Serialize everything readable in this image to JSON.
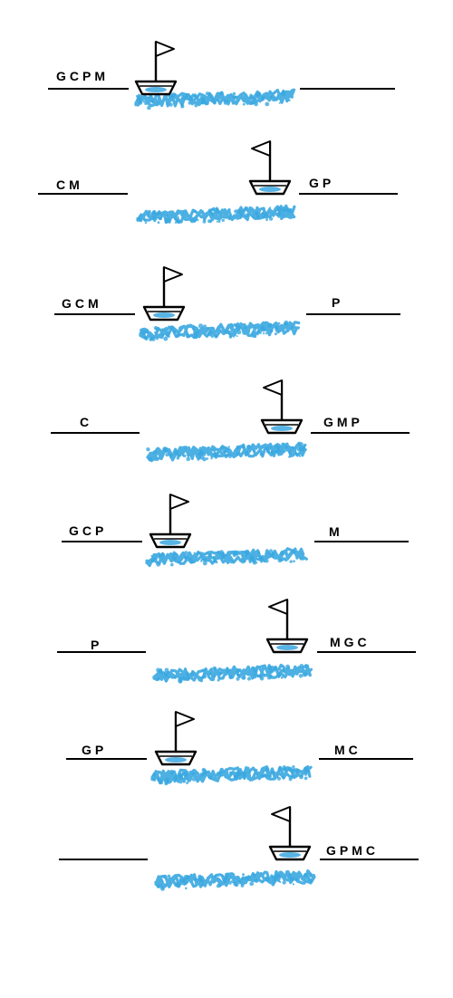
{
  "colors": {
    "water": "#3aa7e0",
    "ink": "#000000",
    "background": "#ffffff"
  },
  "icons": {
    "boat": "sailboat-with-flag",
    "river": "scribbled-water"
  },
  "puzzle": {
    "steps": [
      {
        "left": "G C P M",
        "right": "",
        "boat_side": "left"
      },
      {
        "left": "C M",
        "right": "G P",
        "boat_side": "right"
      },
      {
        "left": "G C M",
        "right": "P",
        "boat_side": "left"
      },
      {
        "left": "C",
        "right": "G M P",
        "boat_side": "right"
      },
      {
        "left": "G C P",
        "right": "M",
        "boat_side": "left"
      },
      {
        "left": "P",
        "right": "M G C",
        "boat_side": "right"
      },
      {
        "left": "G P",
        "right": "M C",
        "boat_side": "left"
      },
      {
        "left": "",
        "right": "G P M C",
        "boat_side": "right"
      }
    ]
  }
}
